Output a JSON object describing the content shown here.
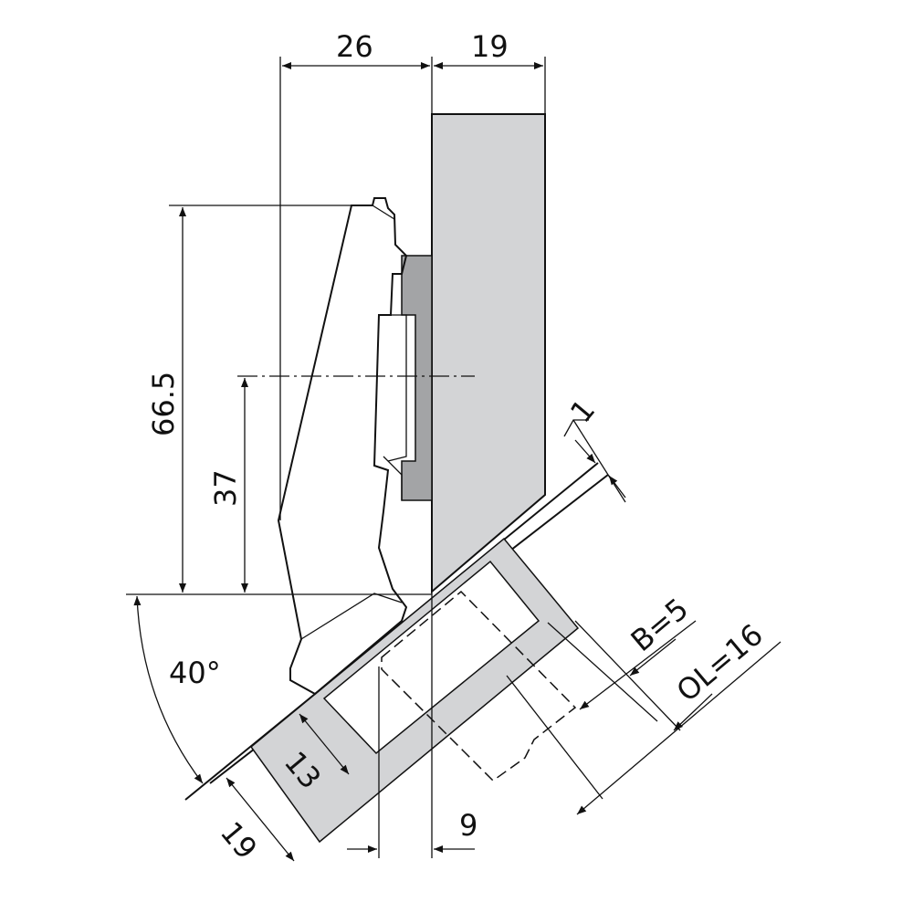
{
  "title": "Concealed hinge 40° installation drawing",
  "dimensions": {
    "arm_offset": "26",
    "cabinet_thickness": "19",
    "height_total": "66.5",
    "height_axis": "37",
    "gap": "1",
    "bore_distance": "B=5",
    "overlay": "OL=16",
    "angle": "40°",
    "cup_depth": "13",
    "door_thickness": "19",
    "axis_offset": "9"
  },
  "colors": {
    "panel": "#d3d4d6",
    "plate": "#a3a4a6",
    "line": "#111111"
  }
}
